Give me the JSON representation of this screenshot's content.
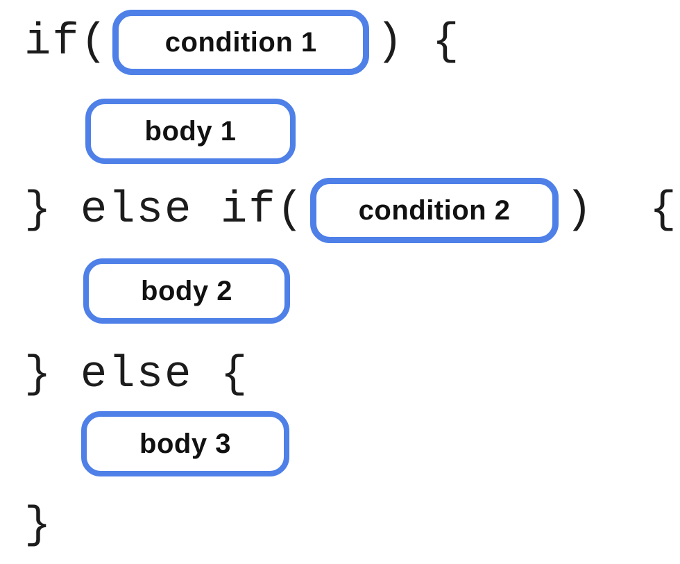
{
  "diagram": {
    "description": "if / else if / else code structure with placeholder slots",
    "colors": {
      "slot_border": "#4e80e8",
      "code_text": "#1c1c1c",
      "label_text": "#111111",
      "background": "#ffffff"
    },
    "code_lines": {
      "if_open": "if(",
      "if_close": ") {",
      "elseif_open": "} else if(",
      "elseif_close": ")  {",
      "else_line": "} else {",
      "final_brace": "}"
    },
    "slots": {
      "condition1": "condition 1",
      "body1": "body 1",
      "condition2": "condition 2",
      "body2": "body 2",
      "body3": "body 3"
    }
  }
}
